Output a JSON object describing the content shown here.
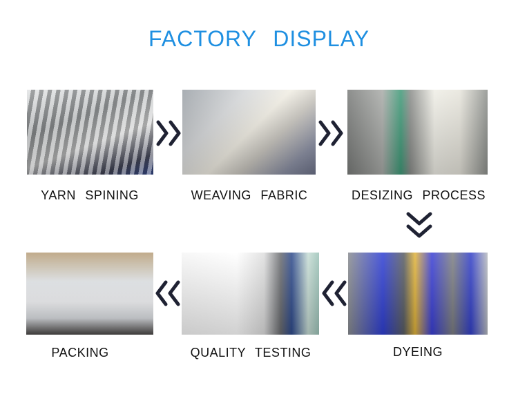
{
  "header": {
    "title": "FACTORY  DISPLAY",
    "title_color": "#1e8fe1"
  },
  "steps": [
    {
      "label": "YARN  SPINING",
      "photo": "yarn-spinning-machines-photo"
    },
    {
      "label": "WEAVING  FABRIC",
      "photo": "weaving-looms-worker-photo"
    },
    {
      "label": "DESIZING  PROCESS",
      "photo": "desizing-machine-photo"
    },
    {
      "label": "DYEING",
      "photo": "dyeing-machine-photo"
    },
    {
      "label": "QUALITY  TESTING",
      "photo": "quality-inspection-photo"
    },
    {
      "label": "PACKING",
      "photo": "packed-fabric-rolls-photo"
    }
  ],
  "arrows": {
    "color": "#1f2233",
    "row1": [
      "double-chevron-right",
      "double-chevron-right"
    ],
    "turn": "double-chevron-down",
    "row2": [
      "double-chevron-left",
      "double-chevron-left"
    ]
  }
}
